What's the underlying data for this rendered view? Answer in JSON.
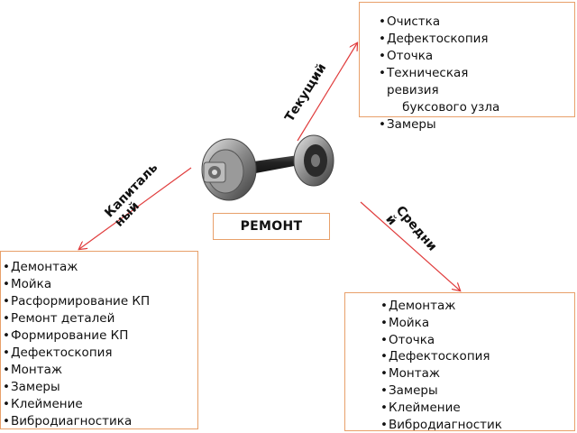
{
  "center_label": "РЕМОНТ",
  "branches": {
    "current": {
      "label": "Текущий",
      "items": [
        "Очистка",
        "Дефектоскопия",
        "Оточка",
        "Техническая\nревизия\n    буксового узла",
        "Замеры"
      ]
    },
    "capital": {
      "label": "Капиталь\nный",
      "items": [
        "Демонтаж",
        "Мойка",
        "Расформирование КП",
        "Ремонт деталей",
        "Формирование КП",
        "Дефектоскопия",
        "Монтаж",
        "Замеры",
        "Клеймение",
        "Вибродиагностика"
      ]
    },
    "medium": {
      "label": "Средни\nй",
      "items": [
        "Демонтаж",
        "Мойка",
        "Оточка",
        "Дефектоскопия",
        "Монтаж",
        "Замеры",
        "Клеймение",
        "Вибродиагностик"
      ]
    }
  },
  "colors": {
    "arrow": "#e03c3c",
    "box_border": "#e8a06a"
  },
  "image": {
    "icon": "wheelset-icon"
  }
}
